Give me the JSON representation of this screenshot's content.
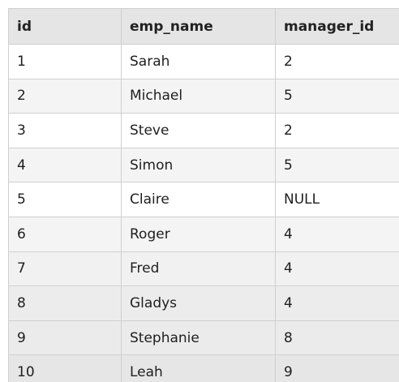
{
  "table": {
    "headers": [
      "id",
      "emp_name",
      "manager_id"
    ],
    "rows": [
      [
        "1",
        "Sarah",
        "2"
      ],
      [
        "2",
        "Michael",
        "5"
      ],
      [
        "3",
        "Steve",
        "2"
      ],
      [
        "4",
        "Simon",
        "5"
      ],
      [
        "5",
        "Claire",
        "NULL"
      ],
      [
        "6",
        "Roger",
        "4"
      ],
      [
        "7",
        "Fred",
        "4"
      ],
      [
        "8",
        "Gladys",
        "4"
      ],
      [
        "9",
        "Stephanie",
        "8"
      ],
      [
        "10",
        "Leah",
        "9"
      ]
    ]
  }
}
